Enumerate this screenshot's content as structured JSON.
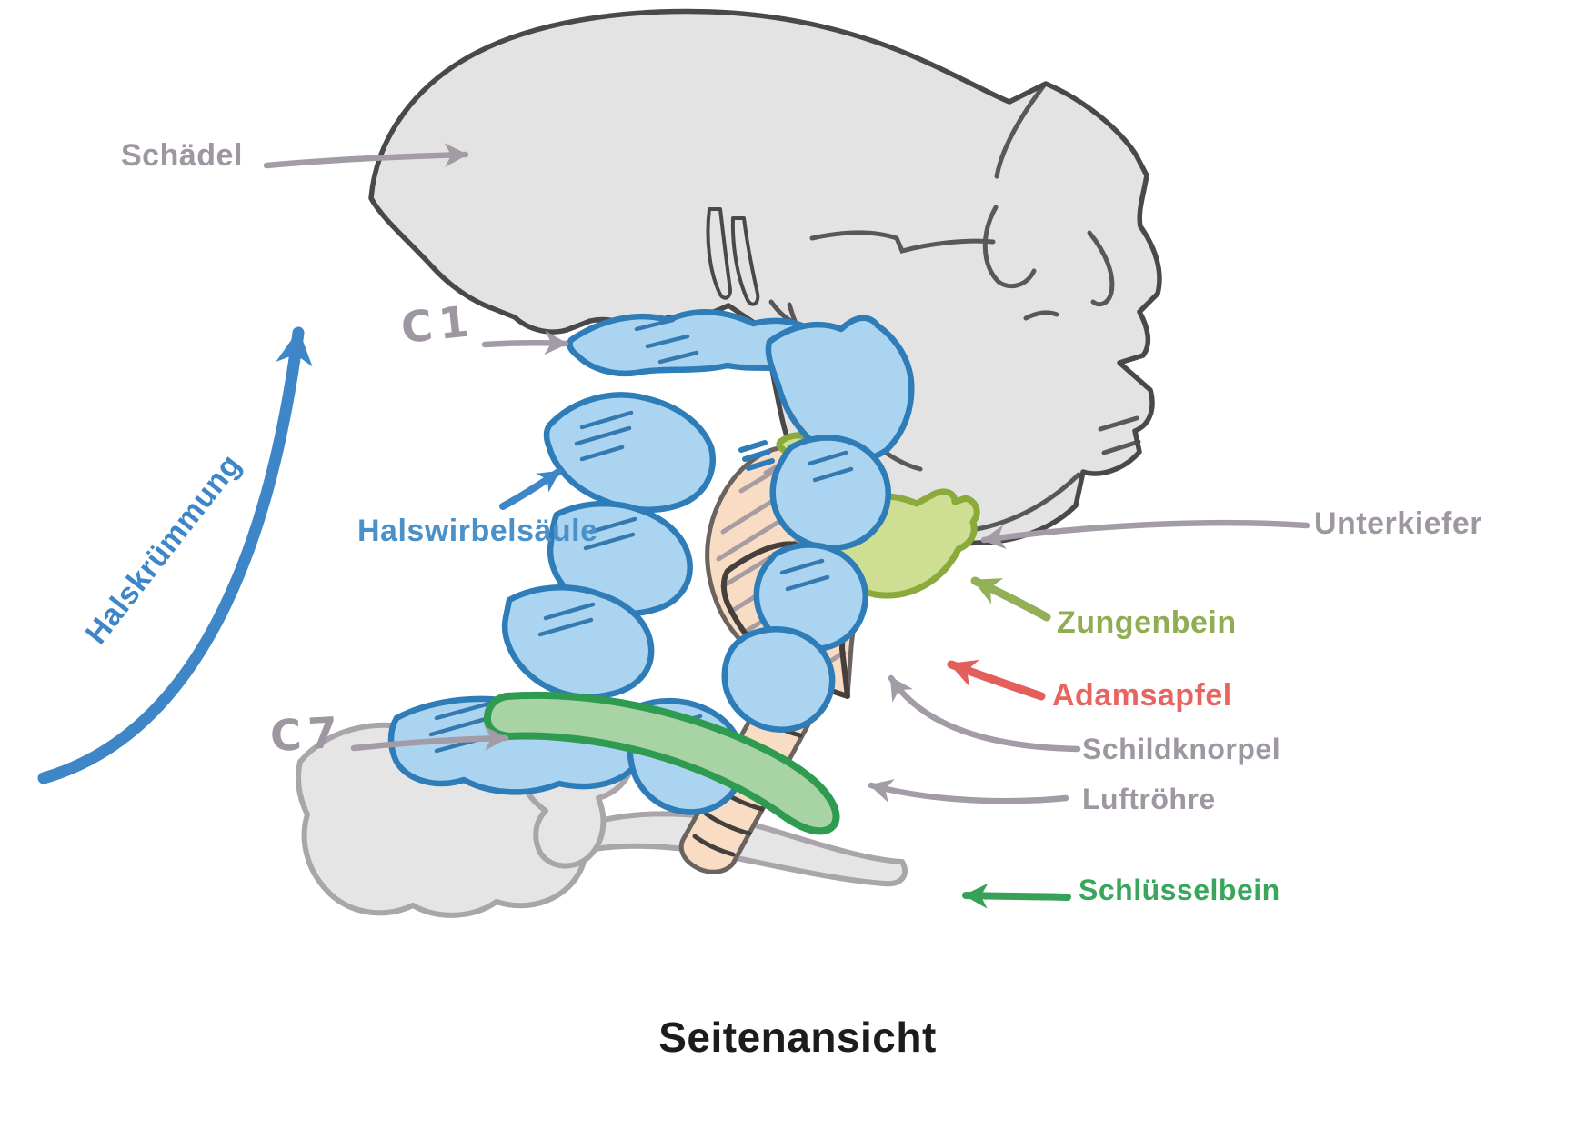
{
  "title": {
    "text": "Seitenansicht",
    "color": "#1c1c1c"
  },
  "labels": {
    "schaedel": {
      "text": "Schädel",
      "color": "#9e97a1"
    },
    "c1": {
      "text": "C1",
      "color": "#9e97a1"
    },
    "halswirbelsaeule": {
      "text": "Halswirbelsäule",
      "color": "#4a90c9"
    },
    "halskruemmung": {
      "text": "Halskrümmung",
      "color": "#3e86c7"
    },
    "c7": {
      "text": "C7",
      "color": "#9e97a1"
    },
    "unterkiefer": {
      "text": "Unterkiefer",
      "color": "#9e97a1"
    },
    "zungenbein": {
      "text": "Zungenbein",
      "color": "#8fae53"
    },
    "adamsapfel": {
      "text": "Adamsapfel",
      "color": "#e8645f"
    },
    "schildknorpel": {
      "text": "Schildknorpel",
      "color": "#9e97a1"
    },
    "luftroehre": {
      "text": "Luftröhre",
      "color": "#9e97a1"
    },
    "schluesselbein": {
      "text": "Schlüsselbein",
      "color": "#3aa65c"
    }
  },
  "palette": {
    "skull_fill": "#e4e3e4",
    "skull_stroke": "#4a4848",
    "shoulder_fill": "#e6e5e6",
    "shoulder_stroke": "#aaa5ab",
    "vertebra_fill": "#abd4f1",
    "vertebra_stroke": "#2e7cb8",
    "vertebra_hatch": "#3579b1",
    "larynx_fill": "#f8ddc4",
    "larynx_stroke": "#6b635f",
    "cartilage_stroke": "#45403c",
    "larynx_hatch": "#a79ca2",
    "hyoid_fill": "#cede92",
    "hyoid_stroke": "#8aab3c",
    "clavicle_fill": "#a8d3a4",
    "clavicle_stroke": "#2f9b50",
    "arrow_gray": "#a39ca6",
    "arrow_blue": "#3e86c7",
    "arrow_olive": "#93b059",
    "arrow_red": "#e45f5b",
    "arrow_green": "#35a257"
  }
}
